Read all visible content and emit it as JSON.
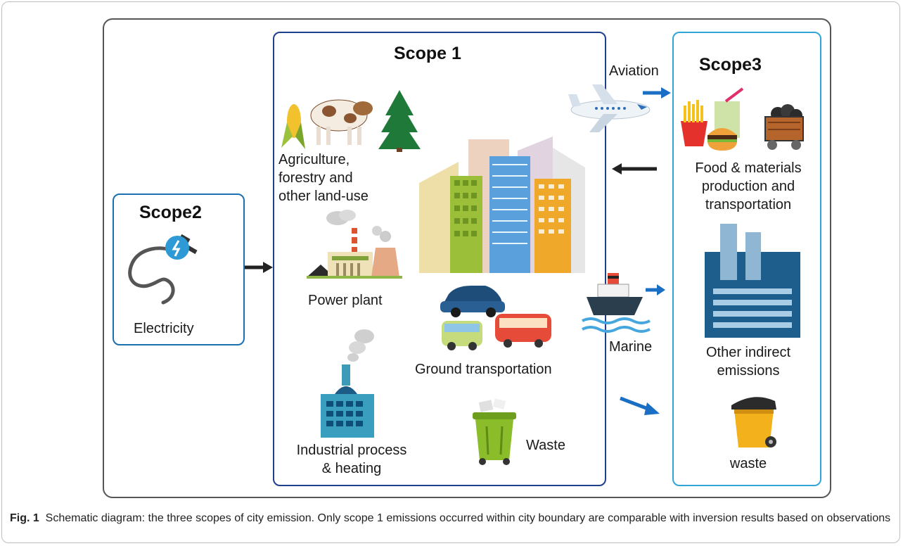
{
  "scope1": {
    "title": "Scope 1"
  },
  "scope2": {
    "title": "Scope2",
    "electricity": "Electricity"
  },
  "scope3": {
    "title": "Scope3",
    "food": "Food & materials\nproduction and\ntransportation",
    "other": "Other indirect\nemissions",
    "waste": "waste"
  },
  "labels": {
    "agriculture": "Agriculture,\nforestry and\nother land-use",
    "power": "Power plant",
    "ground": "Ground transportation",
    "industrial": "Industrial process\n& heating",
    "waste": "Waste",
    "aviation": "Aviation",
    "marine": "Marine"
  },
  "caption": {
    "fig": "Fig. 1",
    "text": "Schematic diagram: the three scopes of city emission. Only scope 1 emissions occurred within city boundary are comparable with inversion results based on observations"
  },
  "colors": {
    "scope1_border": "#1d3f8c",
    "scope2_border": "#1d70b0",
    "scope3_border": "#31a4d8",
    "arrow_blue": "#1a6fc4",
    "arrow_dark": "#222222"
  }
}
